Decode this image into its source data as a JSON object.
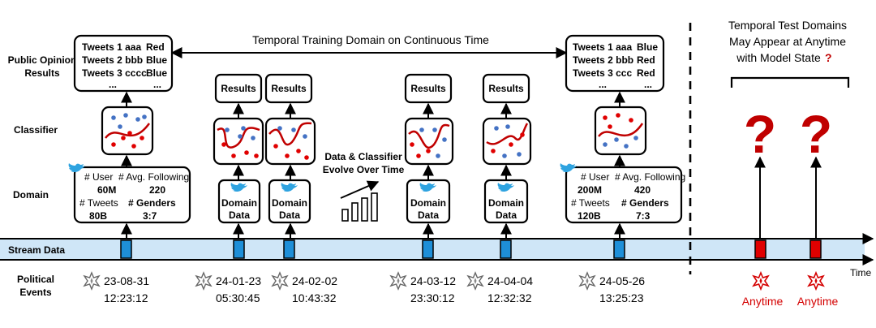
{
  "row_labels": {
    "public_opinion_line1": "Public Opinion",
    "public_opinion_line2": "Results",
    "classifier": "Classifier",
    "domain": "Domain",
    "stream_data": "Stream Data",
    "political_line1": "Political",
    "political_line2": "Events"
  },
  "training_title": "Temporal Training Domain on Continuous Time",
  "test_title": [
    "Temporal Test Domains",
    "May Appear at Anytime",
    "with Model State"
  ],
  "test_title_mark": "?",
  "evolve_text": [
    "Data & Classifier",
    "Evolve Over Time"
  ],
  "time_label": "Time",
  "results_label": "Results",
  "domain_data_label": [
    "Domain",
    "Data"
  ],
  "left_tweets": [
    {
      "text": "Tweets 1 aaa",
      "label": "Red"
    },
    {
      "text": "Tweets 2 bbb",
      "label": "Blue"
    },
    {
      "text": "Tweets 3 cccc",
      "label": "Blue"
    },
    {
      "text": "...",
      "label": "..."
    }
  ],
  "right_tweets": [
    {
      "text": "Tweets 1 aaa",
      "label": "Blue"
    },
    {
      "text": "Tweets 2 bbb",
      "label": "Red"
    },
    {
      "text": "Tweets 3 ccc",
      "label": "Red"
    },
    {
      "text": "...",
      "label": "..."
    }
  ],
  "left_domain": {
    "user_label": "# User",
    "following_label": "# Avg. Following",
    "user": "60M",
    "following": "220",
    "tweets_label": "# Tweets",
    "genders_label": "# Genders",
    "tweets": "80B",
    "genders": "3:7"
  },
  "right_domain": {
    "user_label": "# User",
    "following_label": "# Avg. Following",
    "user": "200M",
    "following": "420",
    "tweets_label": "# Tweets",
    "genders_label": "# Genders",
    "tweets": "120B",
    "genders": "7:3"
  },
  "events": [
    {
      "date": "23-08-31",
      "time": "12:23:12"
    },
    {
      "date": "24-01-23",
      "time": "05:30:45"
    },
    {
      "date": "24-02-02",
      "time": "10:43:32"
    },
    {
      "date": "24-03-12",
      "time": "23:30:12"
    },
    {
      "date": "24-04-04",
      "time": "12:32:32"
    },
    {
      "date": "24-05-26",
      "time": "13:25:23"
    }
  ],
  "anytime": [
    "Anytime",
    "Anytime"
  ],
  "question_mark": "?",
  "colors": {
    "red": "#c00000",
    "blue": "#4472c4",
    "sky": "#2ea3e0",
    "stream": "#cfe6f7",
    "marker": "#1e8fd8"
  }
}
